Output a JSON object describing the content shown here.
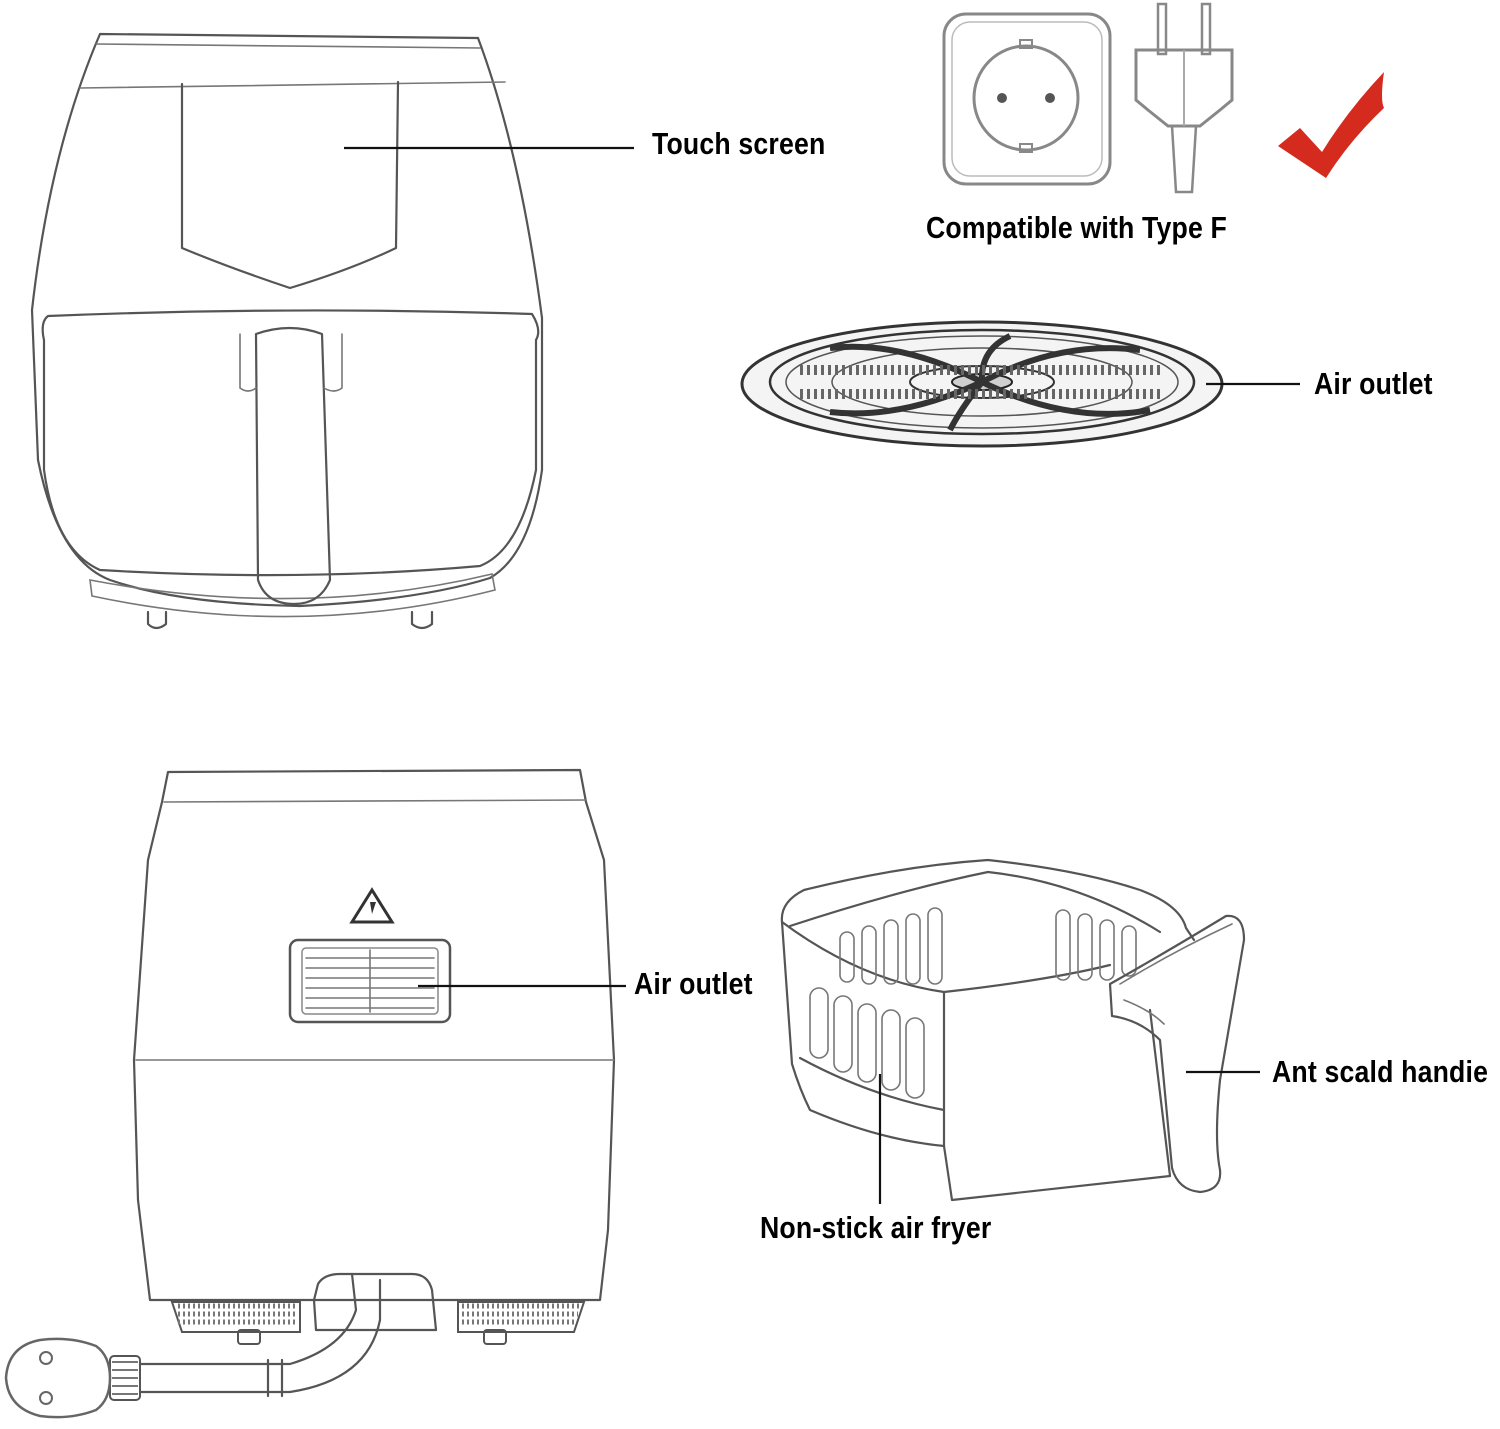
{
  "labels": {
    "touch_screen": "Touch screen",
    "compatible": "Compatible with Type F",
    "air_outlet_top": "Air outlet",
    "air_outlet_back": "Air outlet",
    "handle": "Ant scald handie",
    "basket": "Non-stick air fryer"
  },
  "colors": {
    "checkmark": "#d42b1e",
    "line_art": "#555555",
    "leader": "#111111"
  },
  "icons": {
    "checkmark": "check-icon",
    "socket": "type-f-socket-icon",
    "plug": "type-f-plug-icon",
    "warning": "warning-icon"
  }
}
